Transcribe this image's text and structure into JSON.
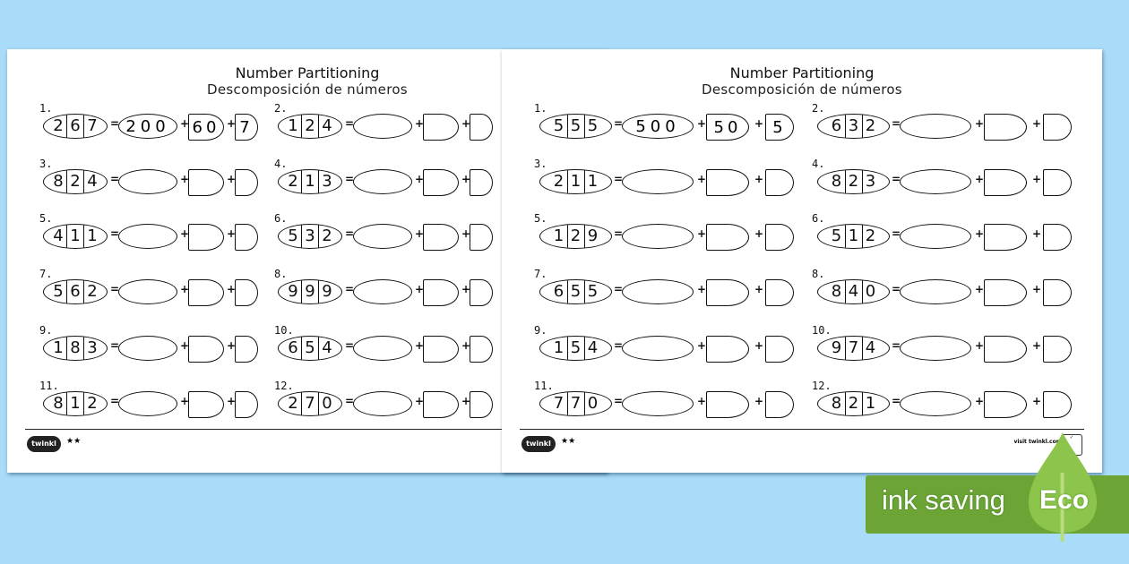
{
  "sheets": {
    "back": {
      "title": "Number Partitioning",
      "subtitle": "Descomposición de números",
      "problems": [
        {
          "n": "1.",
          "digits": [
            "2",
            "6",
            "7"
          ],
          "answer": [
            "200",
            "60",
            "7"
          ]
        },
        {
          "n": "2.",
          "digits": [
            "1",
            "2",
            "4"
          ]
        },
        {
          "n": "3.",
          "digits": [
            "8",
            "2",
            "4"
          ]
        },
        {
          "n": "4.",
          "digits": [
            "2",
            "1",
            "3"
          ]
        },
        {
          "n": "5.",
          "digits": [
            "4",
            "1",
            "1"
          ]
        },
        {
          "n": "6.",
          "digits": [
            "5",
            "3",
            "2"
          ]
        },
        {
          "n": "7.",
          "digits": [
            "5",
            "6",
            "2"
          ]
        },
        {
          "n": "8.",
          "digits": [
            "9",
            "9",
            "9"
          ]
        },
        {
          "n": "9.",
          "digits": [
            "1",
            "8",
            "3"
          ]
        },
        {
          "n": "10.",
          "digits": [
            "6",
            "5",
            "4"
          ]
        },
        {
          "n": "11.",
          "digits": [
            "8",
            "1",
            "2"
          ]
        },
        {
          "n": "12.",
          "digits": [
            "2",
            "7",
            "0"
          ]
        }
      ],
      "logo": "twinkl",
      "stars": "★★"
    },
    "front": {
      "title": "Number Partitioning",
      "subtitle": "Descomposición de números",
      "problems": [
        {
          "n": "1.",
          "digits": [
            "5",
            "5",
            "5"
          ],
          "answer": [
            "500",
            "50",
            "5"
          ]
        },
        {
          "n": "2.",
          "digits": [
            "6",
            "3",
            "2"
          ]
        },
        {
          "n": "3.",
          "digits": [
            "2",
            "1",
            "1"
          ]
        },
        {
          "n": "4.",
          "digits": [
            "8",
            "2",
            "3"
          ]
        },
        {
          "n": "5.",
          "digits": [
            "1",
            "2",
            "9"
          ]
        },
        {
          "n": "6.",
          "digits": [
            "5",
            "1",
            "2"
          ]
        },
        {
          "n": "7.",
          "digits": [
            "6",
            "5",
            "5"
          ]
        },
        {
          "n": "8.",
          "digits": [
            "8",
            "4",
            "0"
          ]
        },
        {
          "n": "9.",
          "digits": [
            "1",
            "5",
            "4"
          ]
        },
        {
          "n": "10.",
          "digits": [
            "9",
            "7",
            "4"
          ]
        },
        {
          "n": "11.",
          "digits": [
            "7",
            "7",
            "0"
          ]
        },
        {
          "n": "12.",
          "digits": [
            "8",
            "2",
            "1"
          ]
        }
      ],
      "logo": "twinkl",
      "stars": "★★",
      "visit": "visit twinkl.com"
    }
  },
  "operators": {
    "equals": "=",
    "plus": "+"
  },
  "eco": {
    "text": "ink saving",
    "label": "Eco",
    "colors": {
      "banner": "#6ca536",
      "leaf": "#8cc44c"
    }
  }
}
